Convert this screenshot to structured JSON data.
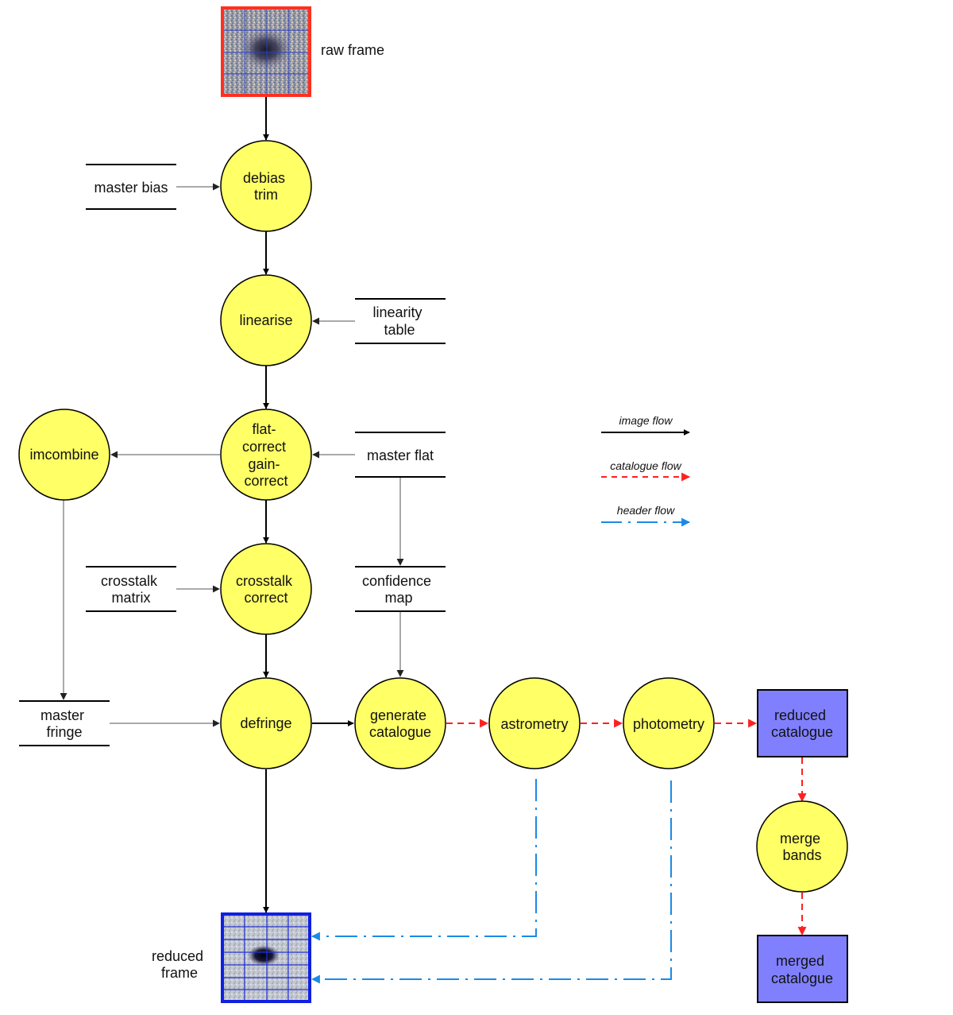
{
  "colors": {
    "process_fill": "#ffff66",
    "data_box_fill": "#8080ff",
    "image_flow": "#000000",
    "catalogue_flow": "#ff2020",
    "header_flow": "#1a8ae6",
    "raw_frame_border": "#ff3020",
    "reduced_frame_border": "#1020e0"
  },
  "images": {
    "raw_frame": {
      "label": "raw frame",
      "icon": "noisy-sky-image"
    },
    "reduced_frame": {
      "label_line1": "reduced",
      "label_line2": "frame",
      "icon": "reduced-sky-image"
    }
  },
  "processes": {
    "debias": {
      "line1": "debias",
      "line2": "trim"
    },
    "linearise": {
      "line1": "linearise"
    },
    "flat": {
      "line1": "flat-",
      "line2": "correct",
      "line3": "gain-",
      "line4": "correct"
    },
    "crosstalk": {
      "line1": "crosstalk",
      "line2": "correct"
    },
    "defringe": {
      "line1": "defringe"
    },
    "imcombine": {
      "line1": "imcombine"
    },
    "gencat": {
      "line1": "generate",
      "line2": "catalogue"
    },
    "astrometry": {
      "line1": "astrometry"
    },
    "photometry": {
      "line1": "photometry"
    },
    "merge": {
      "line1": "merge",
      "line2": "bands"
    }
  },
  "datastores": {
    "master_bias": {
      "line1": "master bias"
    },
    "linearity": {
      "line1": "linearity",
      "line2": "table"
    },
    "master_flat": {
      "line1": "master flat"
    },
    "crosstalk_matrix": {
      "line1": "crosstalk",
      "line2": "matrix"
    },
    "confidence": {
      "line1": "confidence",
      "line2": "map"
    },
    "master_fringe": {
      "line1": "master",
      "line2": "fringe"
    }
  },
  "outputs": {
    "reduced_catalogue": {
      "line1": "reduced",
      "line2": "catalogue"
    },
    "merged_catalogue": {
      "line1": "merged",
      "line2": "catalogue"
    }
  },
  "legend": {
    "image_flow": "image flow",
    "catalogue_flow": "catalogue flow",
    "header_flow": "header flow"
  }
}
